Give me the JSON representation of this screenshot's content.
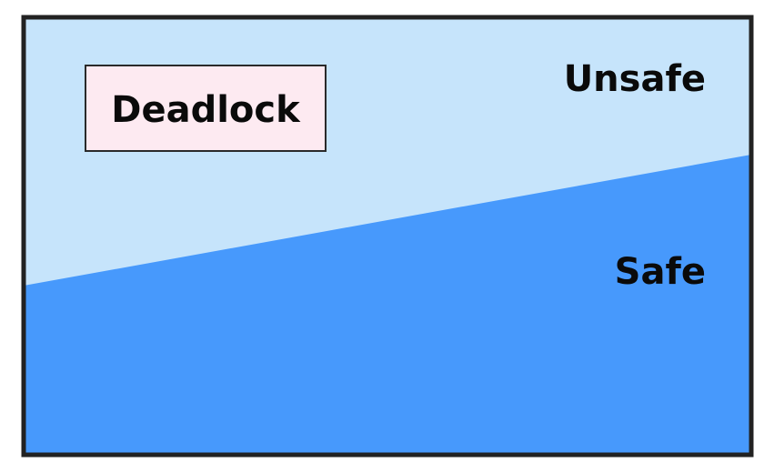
{
  "diagram": {
    "regions": {
      "unsafe": {
        "label": "Unsafe",
        "color": "#c6e4fb"
      },
      "safe": {
        "label": "Safe",
        "color": "#4799fc"
      }
    },
    "deadlock": {
      "label": "Deadlock",
      "fill": "#fdeaf1",
      "border": "#2a2a2a"
    },
    "frame": {
      "border": "#222222"
    }
  }
}
